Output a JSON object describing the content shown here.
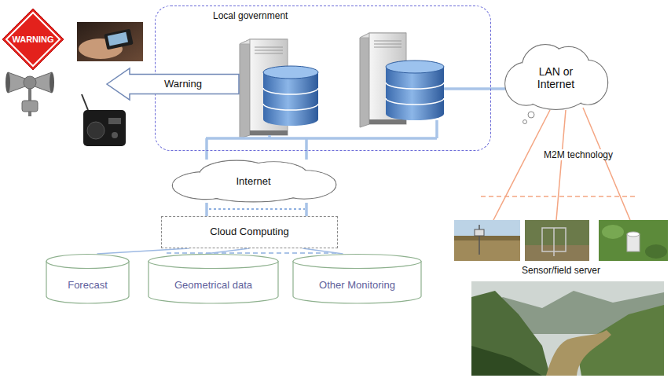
{
  "diagram": {
    "nodes": [
      {
        "text": [
          "WARNING"
        ]
      },
      {
        "text": [
          "Local government"
        ]
      },
      {
        "text": [
          "Warning"
        ],
        "in": 1
      },
      {
        "text": [
          "LAN or Internet"
        ]
      },
      {
        "text": [
          "Internet"
        ]
      },
      {
        "text": [
          "Cloud Computing"
        ]
      },
      {
        "text": [
          "Forecast"
        ]
      },
      {
        "text": [
          "Geometrical data"
        ]
      },
      {
        "text": [
          "Other Monitoring"
        ]
      }
    ],
    "edges": [
      {
        "from": 1,
        "to": 4,
        "arrow": "none"
      },
      {
        "from": 4,
        "to": 5,
        "arrow": "none"
      },
      {
        "from": 5,
        "to": 6,
        "arrow": "none"
      },
      {
        "from": 5,
        "to": 7,
        "arrow": "none"
      },
      {
        "from": 5,
        "to": 8,
        "arrow": "none"
      },
      {
        "from": 1,
        "to": 3,
        "arrow": "none"
      }
    ],
    "labels": [
      "M2M technology",
      "Sensor/field server"
    ]
  }
}
